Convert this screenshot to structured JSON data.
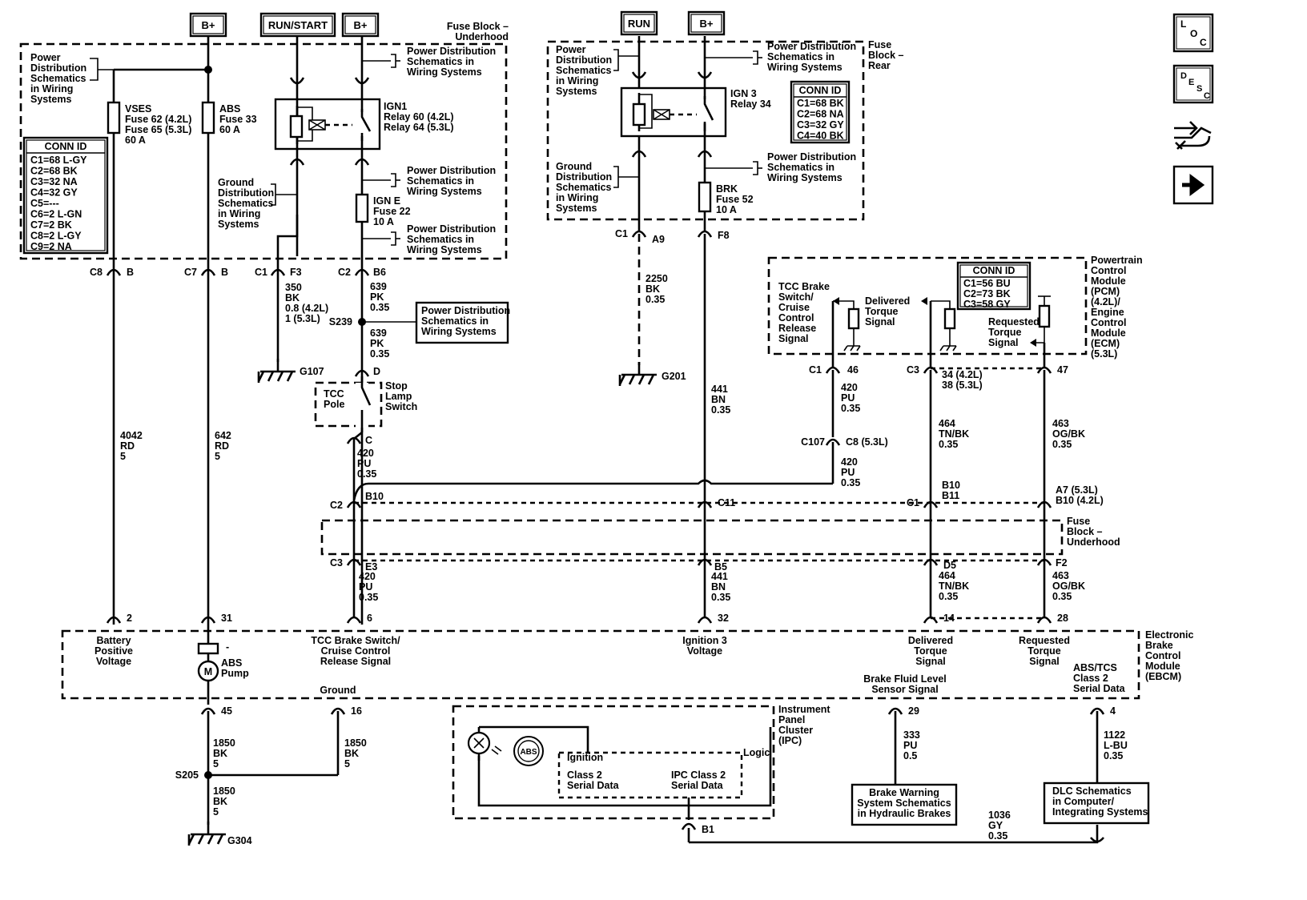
{
  "power_tags": {
    "bplus_1": "B+",
    "run_start": "RUN/START",
    "bplus_2": "B+",
    "run": "RUN",
    "bplus_3": "B+"
  },
  "nav_icons": {
    "loc": "LOC",
    "desc": "DESC",
    "arrow_icon": "right-arrow-icon"
  },
  "fuse_block_underhood": {
    "title": [
      "Fuse Block –",
      "Underhood"
    ],
    "pd_schem_left": [
      "Power",
      "Distribution",
      "Schematics",
      "in Wiring",
      "Systems"
    ],
    "vses_fuse": [
      "VSES",
      "Fuse 62 (4.2L)",
      "Fuse 65 (5.3L)",
      "60 A"
    ],
    "abs_fuse": [
      "ABS",
      "Fuse 33",
      "60 A"
    ],
    "conn_id_title": "CONN ID",
    "conn_id": [
      "C1=68 L-GY",
      "C2=68 BK",
      "C3=32 NA",
      "C4=32 GY",
      "C5=---",
      "C6=2 L-GN",
      "C7=2 BK",
      "C8=2 L-GY",
      "C9=2 NA"
    ],
    "ign1_relay": [
      "IGN1",
      "Relay 60 (4.2L)",
      "Relay 64 (5.3L)"
    ],
    "pd_schem_1": [
      "Power Distribution",
      "Schematics in",
      "Wiring Systems"
    ],
    "pd_schem_2": [
      "Power Distribution",
      "Schematics in",
      "Wiring Systems"
    ],
    "pd_schem_3": [
      "Power Distribution",
      "Schematics in",
      "Wiring Systems"
    ],
    "ground_dist": [
      "Ground",
      "Distribution",
      "Schematics",
      "in Wiring",
      "Systems"
    ],
    "ign_e_fuse": [
      "IGN E",
      "Fuse 22",
      "10 A"
    ]
  },
  "fuse_block_rear": {
    "title": [
      "Fuse",
      "Block –",
      "Rear"
    ],
    "pd_schem_left": [
      "Power",
      "Distribution",
      "Schematics",
      "in Wiring",
      "Systems"
    ],
    "pd_schem_1": [
      "Power Distribution",
      "Schematics in",
      "Wiring Systems"
    ],
    "pd_schem_2": [
      "Power Distribution",
      "Schematics in",
      "Wiring Systems"
    ],
    "ign3_relay": [
      "IGN 3",
      "Relay 34"
    ],
    "conn_id_title": "CONN ID",
    "conn_id": [
      "C1=68 BK",
      "C2=68 NA",
      "C3=32 GY",
      "C4=40 BK"
    ],
    "ground_dist": [
      "Ground",
      "Distribution",
      "Schematics",
      "in Wiring",
      "Systems"
    ],
    "brk_fuse": [
      "BRK",
      "Fuse 52",
      "10 A"
    ]
  },
  "pcm": {
    "title": [
      "Powertrain",
      "Control",
      "Module",
      "(PCM)",
      "(4.2L)/",
      "Engine",
      "Control",
      "Module",
      "(ECM)",
      "(5.3L)"
    ],
    "conn_id_title": "CONN ID",
    "conn_id": [
      "C1=56 BU",
      "C2=73 BK",
      "C3=58 GY"
    ],
    "tcc_signal": [
      "TCC Brake",
      "Switch/",
      "Cruise",
      "Control",
      "Release",
      "Signal"
    ],
    "delivered_torque": [
      "Delivered",
      "Torque",
      "Signal"
    ],
    "requested_torque": [
      "Requested",
      "Torque",
      "Signal"
    ]
  },
  "connectors": {
    "c8_b": [
      "C8",
      "B"
    ],
    "c7_b": [
      "C7",
      "B"
    ],
    "c1_f3": [
      "C1",
      "F3"
    ],
    "c2_b6": [
      "C2",
      "B6"
    ],
    "c1_a9": [
      "C1",
      "A9"
    ],
    "f8": "F8",
    "c1_46": [
      "C1",
      "46"
    ],
    "c3_pcm": "C3",
    "pcm_34": [
      "34 (4.2L)",
      "38 (5.3L)"
    ],
    "pcm_47": "47",
    "d": "D",
    "c": "C",
    "c107": [
      "C107",
      "C8 (5.3L)"
    ],
    "c2_b10": [
      "C2",
      "B10"
    ],
    "c11": "C11",
    "c1_b10": [
      "B10",
      "B11",
      "C1"
    ],
    "a7": [
      "A7 (5.3L)",
      "B10 (4.2L)"
    ],
    "c3_e3": [
      "C3",
      "E3"
    ],
    "b5": "B5",
    "d5": "D5",
    "f2": "F2",
    "ebcm_pins": [
      "2",
      "31",
      "6",
      "32",
      "14",
      "28"
    ],
    "pin_45": "45",
    "pin_16": "16",
    "pin_29": "29",
    "pin_4": "4",
    "b1": "B1"
  },
  "wires": {
    "w350": [
      "350",
      "BK",
      "0.8 (4.2L)",
      "1 (5.3L)"
    ],
    "w639a": [
      "639",
      "PK",
      "0.35"
    ],
    "w639b": [
      "639",
      "PK",
      "0.35"
    ],
    "w2250": [
      "2250",
      "BK",
      "0.35"
    ],
    "w4042": [
      "4042",
      "RD",
      "5"
    ],
    "w642": [
      "642",
      "RD",
      "5"
    ],
    "w420a": [
      "420",
      "PU",
      "0.35"
    ],
    "w420b": [
      "420",
      "PU",
      "0.35"
    ],
    "w420c": [
      "420",
      "PU",
      "0.35"
    ],
    "w420d": [
      "420",
      "PU",
      "0.35"
    ],
    "w441a": [
      "441",
      "BN",
      "0.35"
    ],
    "w441b": [
      "441",
      "BN",
      "0.35"
    ],
    "w464a": [
      "464",
      "TN/BK",
      "0.35"
    ],
    "w464b": [
      "464",
      "TN/BK",
      "0.35"
    ],
    "w463a": [
      "463",
      "OG/BK",
      "0.35"
    ],
    "w463b": [
      "463",
      "OG/BK",
      "0.35"
    ],
    "w1850a": [
      "1850",
      "BK",
      "5"
    ],
    "w1850b": [
      "1850",
      "BK",
      "5"
    ],
    "w1850c": [
      "1850",
      "BK",
      "5"
    ],
    "w333": [
      "333",
      "PU",
      "0.5"
    ],
    "w1122": [
      "1122",
      "L-BU",
      "0.35"
    ],
    "w1036": [
      "1036",
      "GY",
      "0.35"
    ]
  },
  "splices": {
    "s239": "S239",
    "s205": "S205"
  },
  "grounds": {
    "g107": "G107",
    "g201": "G201",
    "g304": "G304"
  },
  "stop_lamp": {
    "tcc_pole": [
      "TCC",
      "Pole"
    ],
    "label": [
      "Stop",
      "Lamp",
      "Switch"
    ]
  },
  "pd_schem_s239": [
    "Power Distribution",
    "Schematics in",
    "Wiring Systems"
  ],
  "fuse_block_underhood_mid": [
    "Fuse",
    "Block –",
    "Underhood"
  ],
  "ebcm": {
    "title": [
      "Electronic",
      "Brake",
      "Control",
      "Module",
      "(EBCM)"
    ],
    "battery": [
      "Battery",
      "Positive",
      "Voltage"
    ],
    "abs_pump": [
      "ABS",
      "Pump"
    ],
    "motor": "M",
    "minus": "-",
    "tcc": [
      "TCC Brake Switch/",
      "Cruise Control",
      "Release Signal"
    ],
    "ign3": [
      "Ignition 3",
      "Voltage"
    ],
    "delivered": [
      "Delivered",
      "Torque",
      "Signal"
    ],
    "requested": [
      "Requested",
      "Torque",
      "Signal"
    ],
    "ground": "Ground",
    "fluid": [
      "Brake Fluid Level",
      "Sensor Signal"
    ],
    "abs_tcs": [
      "ABS/TCS",
      "Class 2",
      "Serial Data"
    ]
  },
  "ipc": {
    "title": [
      "Instrument",
      "Panel",
      "Cluster",
      "(IPC)"
    ],
    "abs_symbol": "ABS",
    "ignition": "Ignition",
    "logic": "Logic",
    "class2": [
      "Class 2",
      "Serial Data"
    ],
    "ipc_class2": [
      "IPC Class 2",
      "Serial Data"
    ]
  },
  "brake_warning": [
    "Brake Warning",
    "System Schematics",
    "in Hydraulic Brakes"
  ],
  "dlc": [
    "DLC Schematics",
    "in Computer/",
    "Integrating Systems"
  ]
}
